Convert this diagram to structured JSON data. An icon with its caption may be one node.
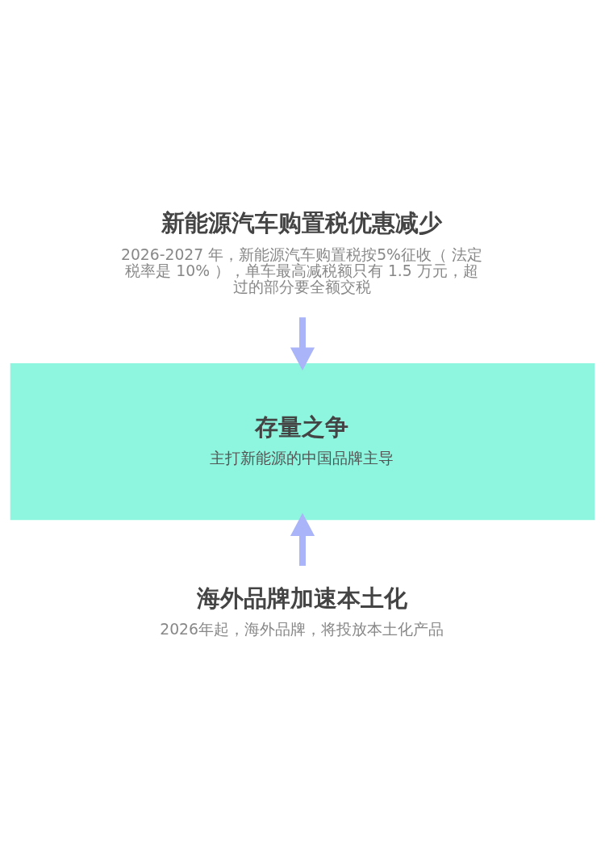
{
  "diagram": {
    "nodes": [
      {
        "text": [
          "新能源汽车购置税优惠减少",
          "2026-2027 年，新能源汽车购置税按5%征收（ 法定税率是 10% ），单车最高减税额只有 1.5 万元，超过的部分要全额交税"
        ]
      },
      {
        "text": [
          "存量之争",
          "主打新能源的中国品牌主导"
        ]
      },
      {
        "text": [
          "海外品牌加速本土化",
          "2026年起，海外品牌，将投放本土化产品"
        ]
      }
    ],
    "edges": [
      {
        "from": 0,
        "to": 1,
        "arrow": "to"
      },
      {
        "from": 2,
        "to": 1,
        "arrow": "to"
      }
    ]
  }
}
